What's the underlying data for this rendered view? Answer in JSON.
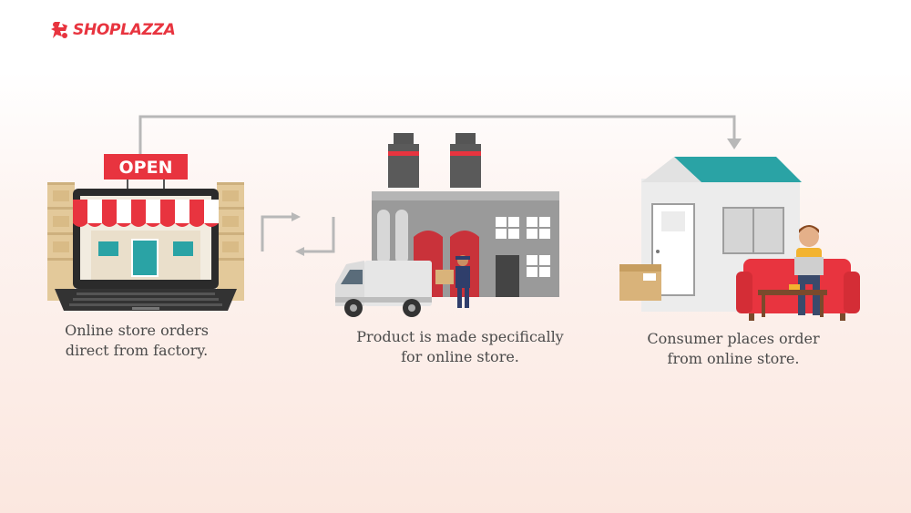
{
  "brand": {
    "name": "SHOPLAZZA",
    "color": "#e8343f"
  },
  "shop": {
    "sign": "OPEN"
  },
  "steps": [
    {
      "line1": "Online store orders",
      "line2": "direct from factory."
    },
    {
      "line1": "Product is made specifically",
      "line2": "for online store."
    },
    {
      "line1": "Consumer places order",
      "line2": "from online store."
    }
  ],
  "colors": {
    "accent_red": "#e8343f",
    "roof_teal": "#2aa3a5",
    "arrow_gray": "#b8b8b8"
  }
}
